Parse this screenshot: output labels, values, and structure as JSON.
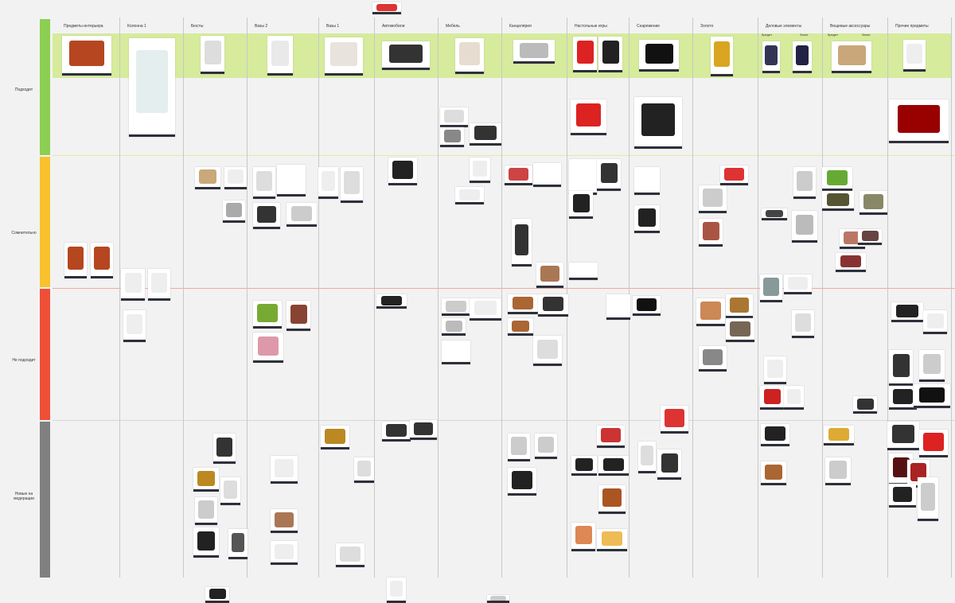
{
  "board": {
    "columns": [
      "Предметы интерьера",
      "Колонна 1",
      "Бюсты",
      "Вазы 2",
      "Вазы 1",
      "Автомобили",
      "Мебель",
      "Канцелярия",
      "Настольные игры",
      "Снаряжение",
      "Золото",
      "Деловые элементы",
      "Вещевые аксессуары",
      "Прочие предметы"
    ],
    "rows": [
      "Подходит",
      "Сомнительно",
      "Не подходит",
      "Новые на модерации"
    ],
    "subheaders": [
      "Кредит",
      "Залог",
      "Кредит",
      "Залог"
    ],
    "row_colors": [
      "#8dcf52",
      "#f9c12e",
      "#ef4f37",
      "#808080"
    ],
    "band_color": "#d6eb9b"
  }
}
